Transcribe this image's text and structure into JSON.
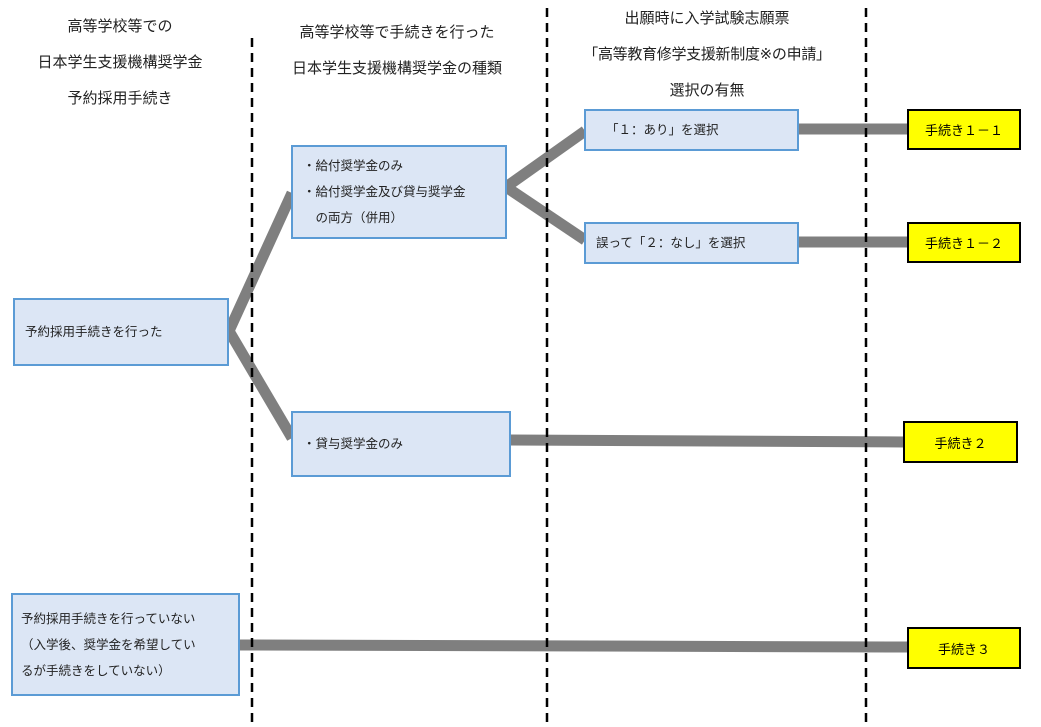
{
  "headers": {
    "col1": [
      "高等学校等での",
      "日本学生支援機構奨学金",
      "予約採用手続き"
    ],
    "col2": [
      "高等学校等で手続きを行った",
      "日本学生支援機構奨学金の種類"
    ],
    "col3": [
      "出願時に入学試験志願票",
      "「高等教育修学支援新制度※の申請」",
      "選択の有無"
    ]
  },
  "boxes": {
    "reserved": "予約採用手続きを行った",
    "not_reserved": [
      "予約採用手続きを行っていない",
      "（入学後、奨学金を希望してい",
      "るが手続きをしていない）"
    ],
    "grant_types": [
      "・給付奨学金のみ",
      "・給付奨学金及び貸与奨学金",
      "　の両方（併用）"
    ],
    "loan_only": "・貸与奨学金のみ",
    "select_yes": "「１：あり」を選択",
    "select_no": "誤って「２：なし」を選択"
  },
  "procedures": {
    "p1_1": "手続き１－１",
    "p1_2": "手続き１－２",
    "p2": "手続き２",
    "p3": "手続き３"
  },
  "colors": {
    "box_fill": "#dce6f5",
    "box_border": "#5b9bd5",
    "procedure_fill": "#ffff00",
    "connector": "#7f7f7f"
  }
}
